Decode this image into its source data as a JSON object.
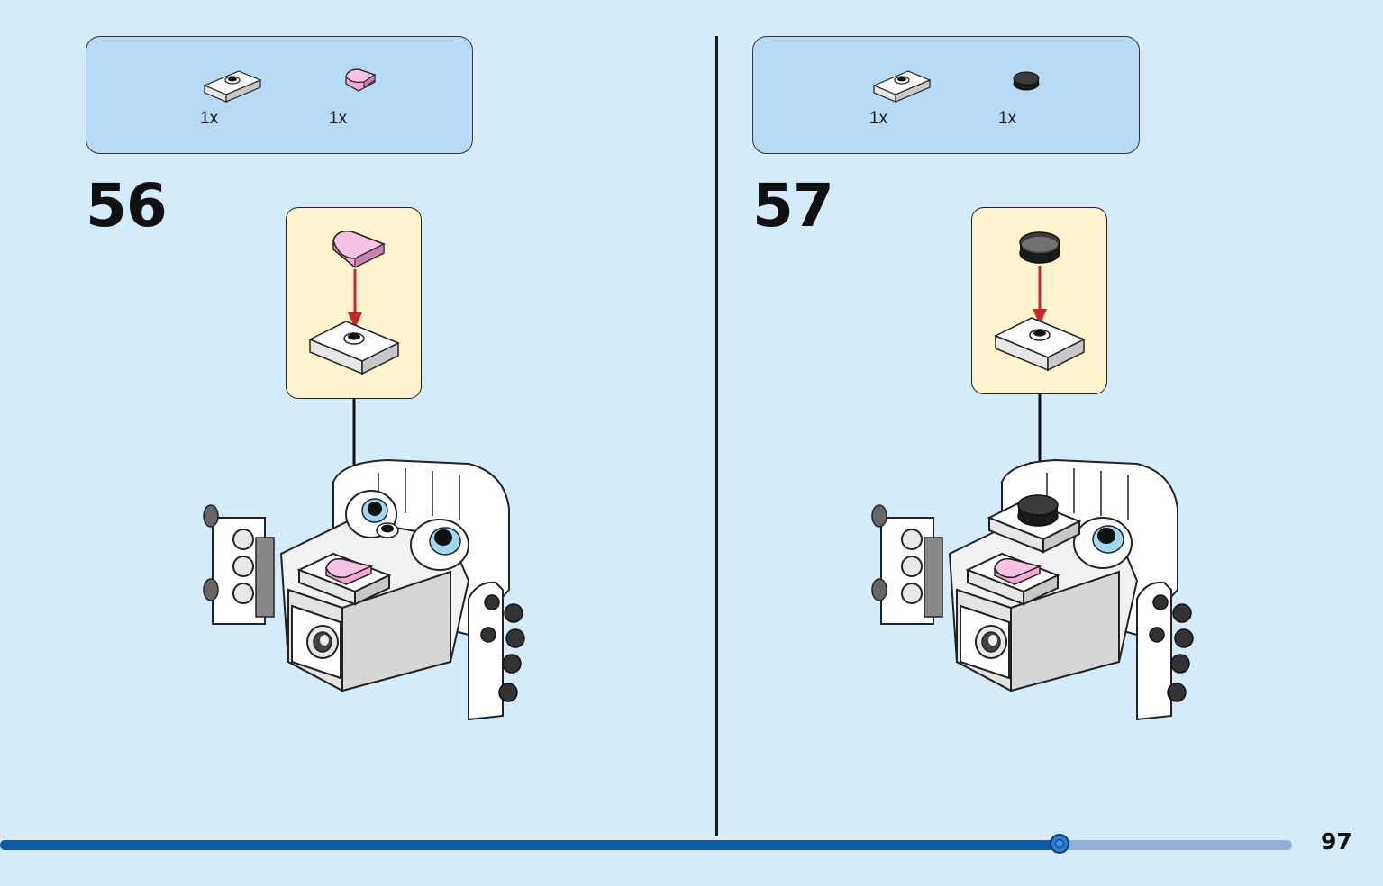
{
  "steps": [
    {
      "number": "56",
      "parts": [
        {
          "icon": "white-jumper-plate-icon",
          "qty": "1x"
        },
        {
          "icon": "pink-rounded-tile-icon",
          "qty": "1x"
        }
      ]
    },
    {
      "number": "57",
      "parts": [
        {
          "icon": "white-jumper-plate-icon",
          "qty": "1x"
        },
        {
          "icon": "black-round-tile-icon",
          "qty": "1x"
        }
      ]
    }
  ],
  "progress": {
    "fraction": 0.82
  },
  "page_number": "97",
  "colors": {
    "background": "#d4ebf9",
    "parts_box": "#b6d9f4",
    "callout": "#fdf3cd",
    "progress_fill": "#0a5aa6",
    "progress_track": "#92acdc",
    "pink_tile": "#f3a8d6",
    "black_tile": "#2b2b2b"
  }
}
